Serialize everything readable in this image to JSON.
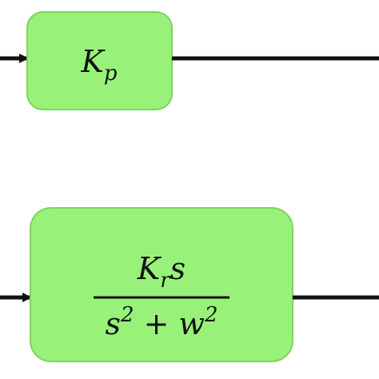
{
  "colors": {
    "block_fill": "#98f27a",
    "block_stroke": "#7fd35f",
    "line": "#111111",
    "text": "#111111"
  },
  "blocks": {
    "kp": {
      "main": "K",
      "sub": "p"
    },
    "resonant": {
      "numerator_main": "K",
      "numerator_sub": "r",
      "numerator_tail": "s",
      "den_s": "s",
      "den_s_exp": "2",
      "den_plus": "+",
      "den_w": "w",
      "den_w_exp": "2"
    }
  }
}
